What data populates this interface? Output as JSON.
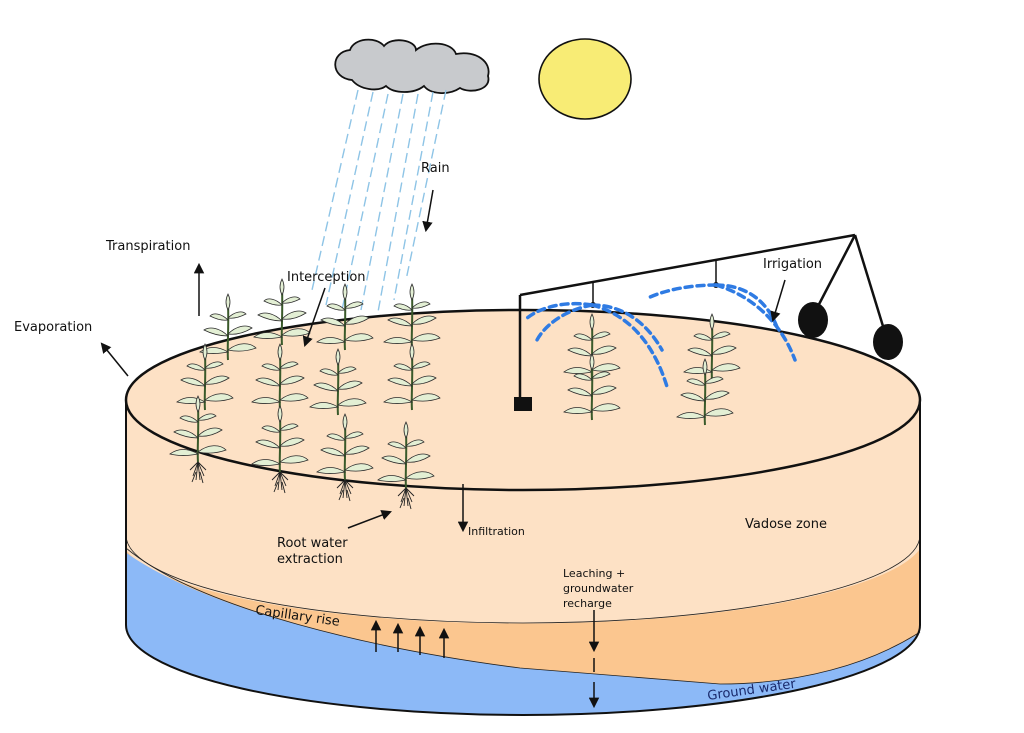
{
  "labels": {
    "rain": "Rain",
    "transpiration": "Transpiration",
    "interception": "Interception",
    "evaporation": "Evaporation",
    "irrigation": "Irrigation",
    "root_line1": "Root water",
    "root_line2": "extraction",
    "infiltration": "Infiltration",
    "vadose": "Vadose zone",
    "leach_line1": "Leaching +",
    "leach_line2": "groundwater",
    "leach_line3": "recharge",
    "capillary": "Capillary rise",
    "ground_water": "Ground water"
  },
  "colors": {
    "soil_top": "#fde1c5",
    "soil_band": "#fbc68f",
    "ground_water": "#8cb9f7",
    "cloud": "#c8cacd",
    "sun": "#f8ec75",
    "rain": "#8ec4e6",
    "irrigation_spray": "#2f7be3",
    "plant_leaf": "#e3efd4"
  },
  "icons": {
    "weather": [
      "cloud-icon",
      "sun-icon"
    ],
    "machinery": "center-pivot-irrigation-icon",
    "vegetation": "maize-plant-icon"
  }
}
